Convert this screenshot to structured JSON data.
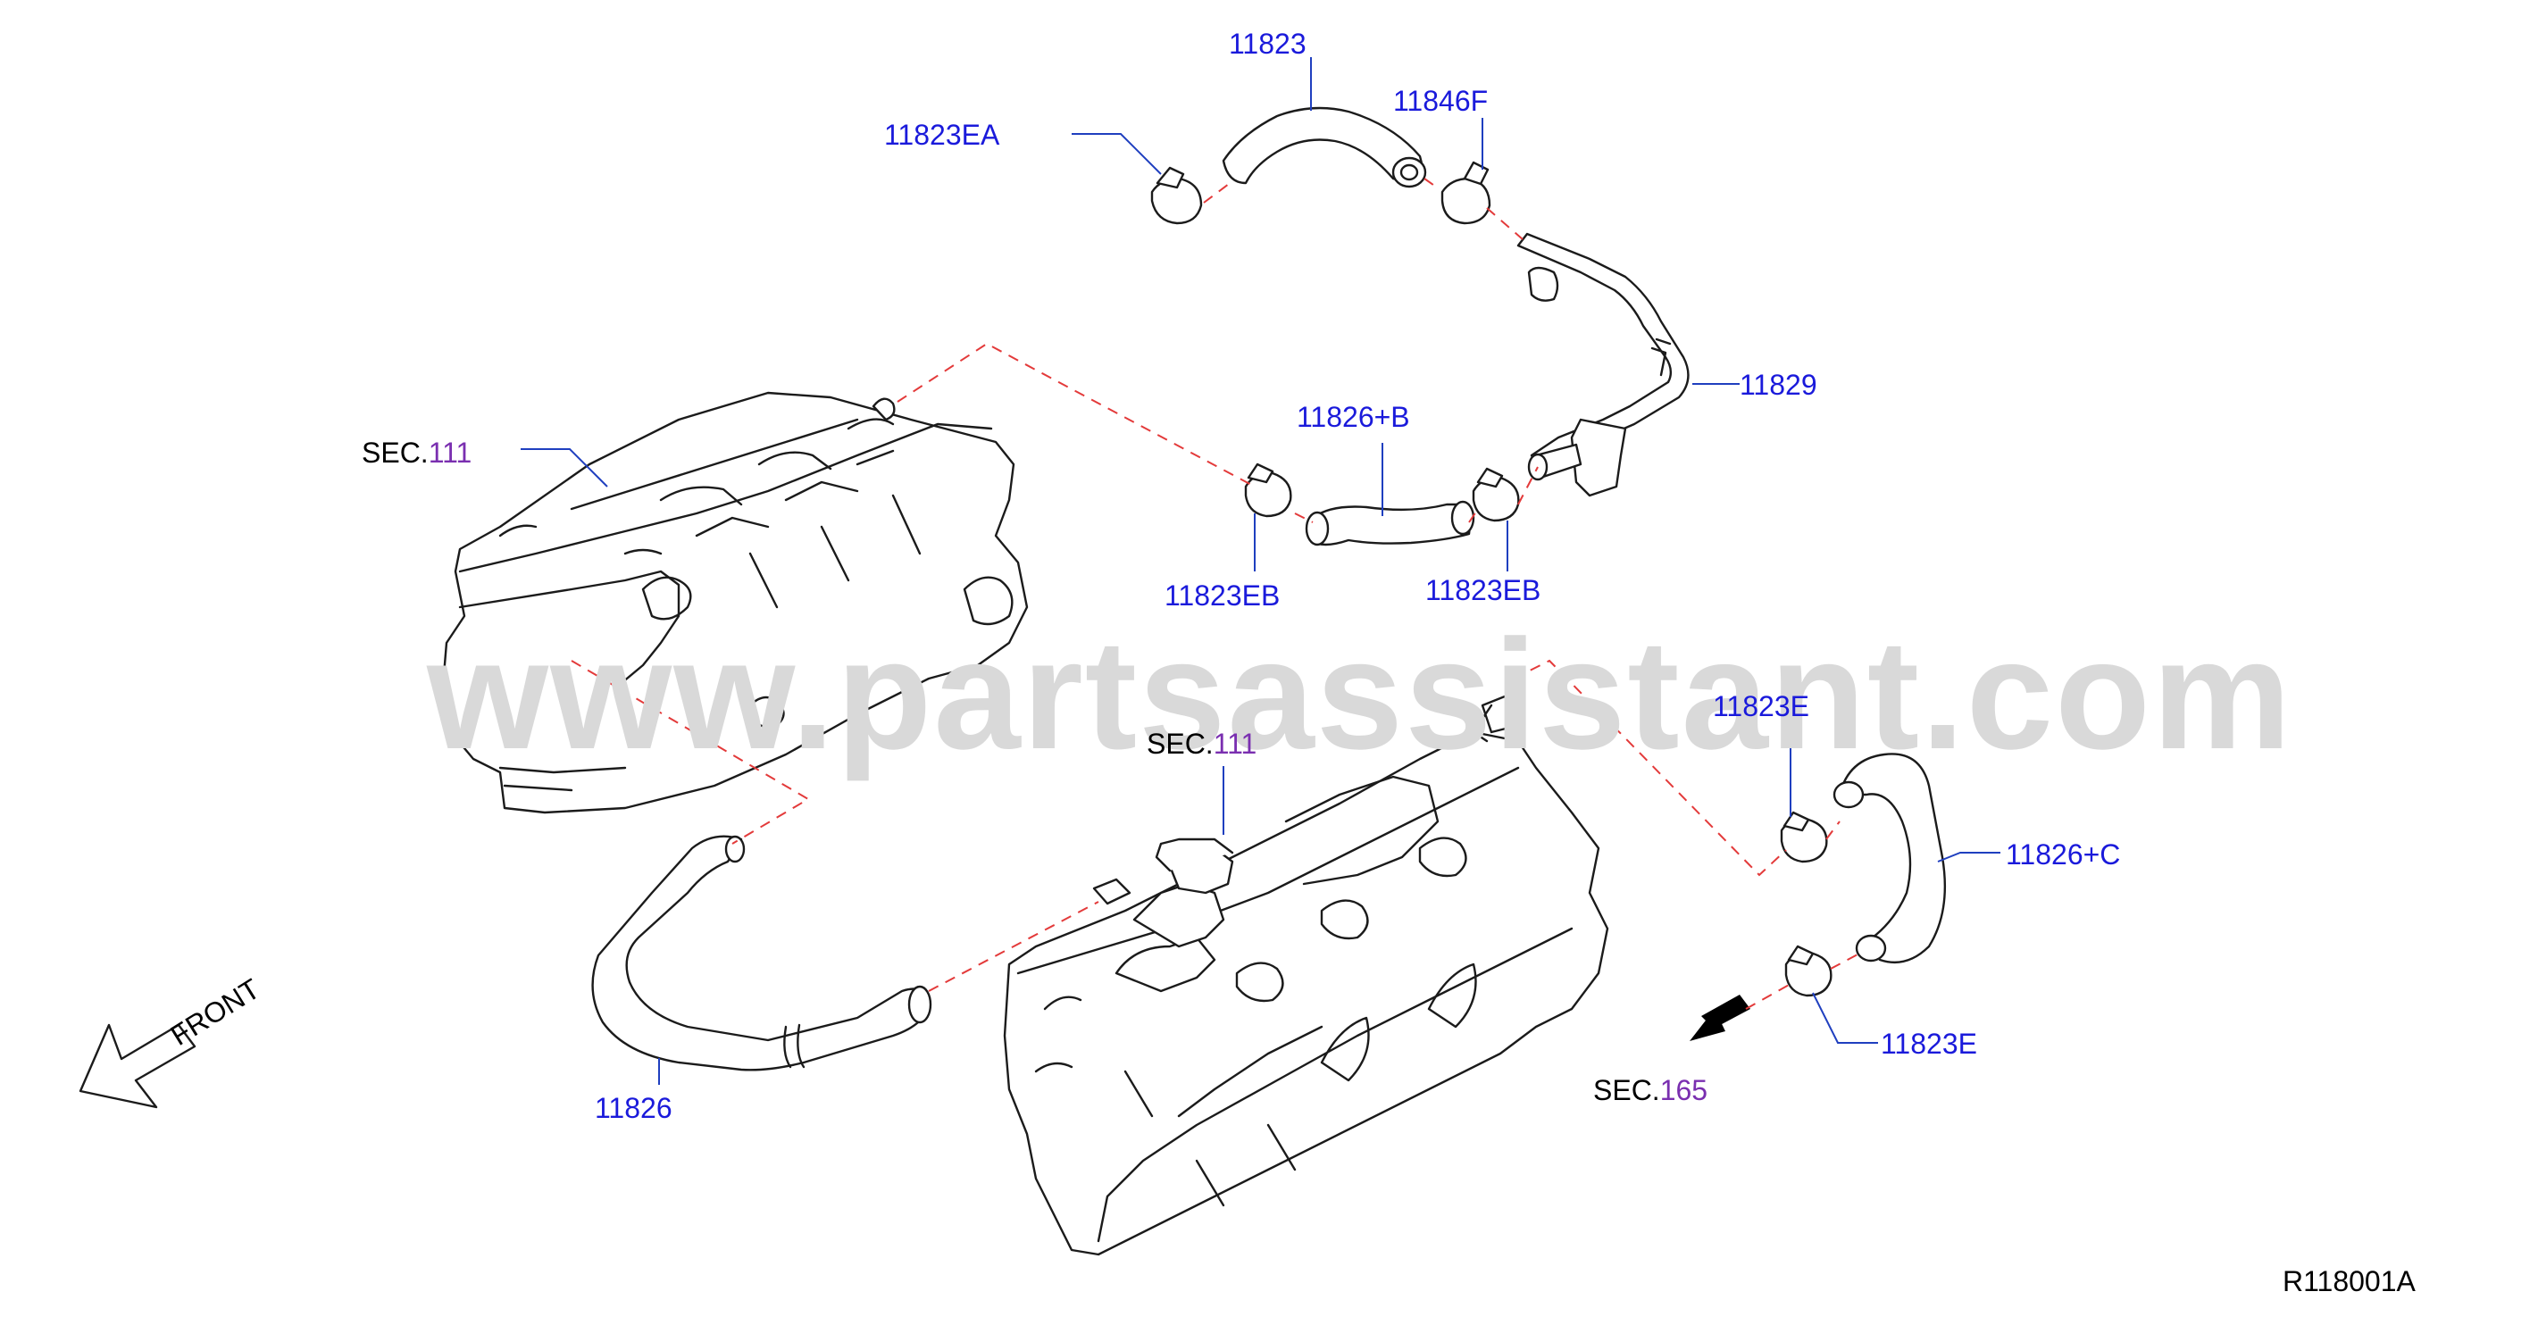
{
  "watermark": "www.partsassistant.com",
  "diagram_code": "R118001A",
  "front_label": "FRONT",
  "section_prefix": "SEC.",
  "sections": {
    "sec_upper_left": "111",
    "sec_center": "111",
    "sec_right": "165"
  },
  "part_labels": {
    "p11823": "11823",
    "p11823EA": "11823EA",
    "p11846F": "11846F",
    "p11829": "11829",
    "p11826B": "11826+B",
    "p11823EB_left": "11823EB",
    "p11823EB_right": "11823EB",
    "p11823E_upper": "11823E",
    "p11826C": "11826+C",
    "p11823E_lower": "11823E",
    "p11826": "11826"
  },
  "colors": {
    "part_label": "#1a1adb",
    "section_number": "#7a2fb0",
    "leader": "#1f3fbf",
    "dash_line": "#e33a3a",
    "watermark": "#d9d9d9"
  }
}
